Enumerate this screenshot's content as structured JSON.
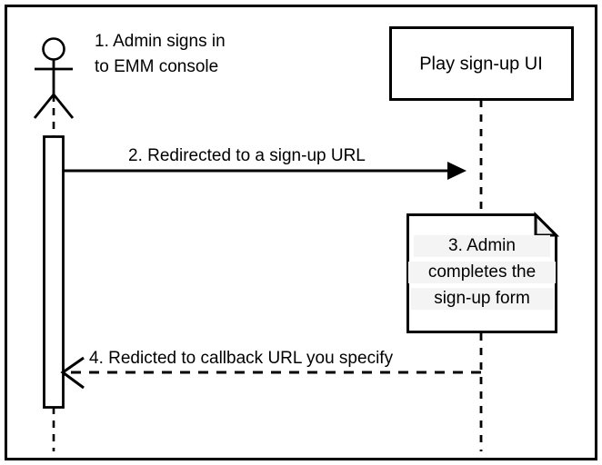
{
  "diagram": {
    "type": "uml-sequence-diagram",
    "frame": {
      "border_color": "#000000",
      "background_color": "#ffffff"
    },
    "actor": {
      "name": "admin-actor",
      "shape": "stick-figure",
      "label": ""
    },
    "participants": [
      {
        "id": "play-signup-ui",
        "label": "Play sign-up UI",
        "shape": "rectangle",
        "fill": "#ffffff",
        "stroke": "#000000"
      }
    ],
    "steps": [
      {
        "number": "1",
        "kind": "annotation",
        "text_lines": [
          "1. Admin signs in",
          "to EMM console"
        ],
        "anchor": "admin-actor"
      },
      {
        "number": "2",
        "kind": "message",
        "arrow_style": "solid",
        "arrow_head": "filled",
        "direction": "left-to-right",
        "text": "2. Redirected to a sign-up URL",
        "from": "admin-actor",
        "to": "play-signup-ui"
      },
      {
        "number": "3",
        "kind": "note",
        "shape": "note-folded-corner",
        "text_lines": [
          "3. Admin",
          "completes the",
          "sign-up form"
        ],
        "fill": "#ffffff",
        "fold_fill": "#efefef",
        "text_highlight": "#f4f4f4",
        "anchor": "play-signup-ui"
      },
      {
        "number": "4",
        "kind": "message",
        "arrow_style": "dashed",
        "arrow_head": "open",
        "direction": "right-to-left",
        "text": "4. Redicted to callback URL you specify",
        "from": "play-signup-ui",
        "to": "admin-actor"
      }
    ],
    "colors": {
      "stroke": "#000000",
      "fill": "#ffffff",
      "note_fold": "#efefef",
      "text_highlight": "#f4f4f4"
    }
  }
}
